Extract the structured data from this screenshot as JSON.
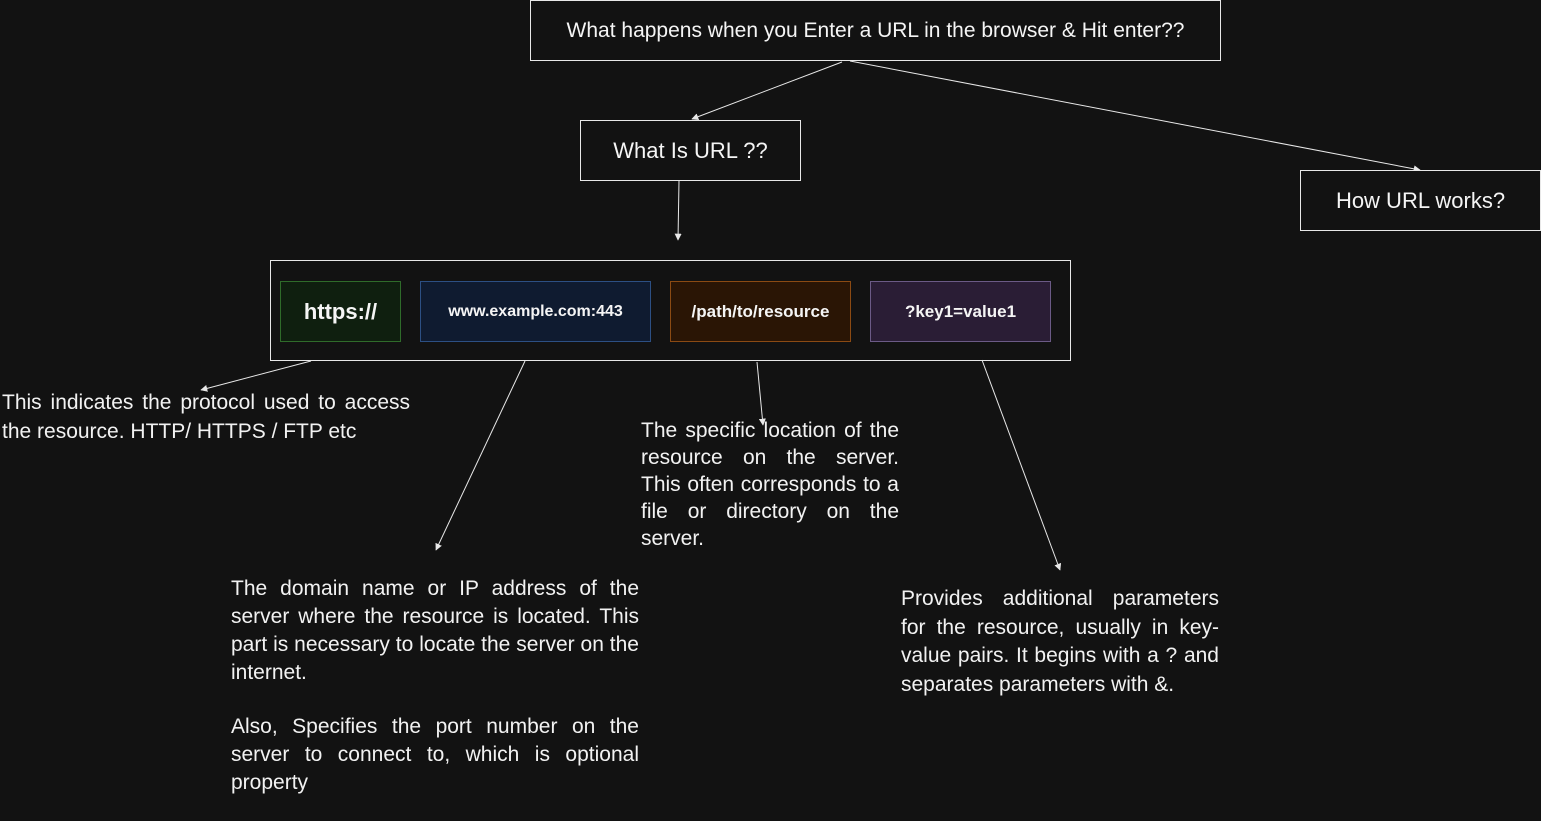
{
  "nodes": {
    "title": "What happens when you Enter a URL in the browser & Hit enter??",
    "what_is_url": "What Is URL ??",
    "how_url_works": "How URL works?"
  },
  "url_parts": {
    "protocol": "https://",
    "domain": "www.example.com:443",
    "path": "/path/to/resource",
    "query": "?key1=value1"
  },
  "descriptions": {
    "protocol": "This indicates the protocol used to access the resource. HTTP/ HTTPS / FTP etc",
    "domain": "The domain name or IP address of the server where the resource is located. This part is necessary to locate the server on the internet.",
    "port": "Also, Specifies the port number on the server to connect to, which is optional property",
    "path": "The specific location of the resource on the server. This often corresponds to a file or directory on the server.",
    "query": "Provides additional parameters for the resource, usually in key-value pairs. It begins with a ? and separates parameters with &."
  },
  "colors": {
    "background": "#121212",
    "line": "#e8e8e8",
    "protocol_fill": "#0f1f0f",
    "domain_fill": "#0f1b30",
    "path_fill": "#2a1505",
    "query_fill": "#2a1d35"
  }
}
